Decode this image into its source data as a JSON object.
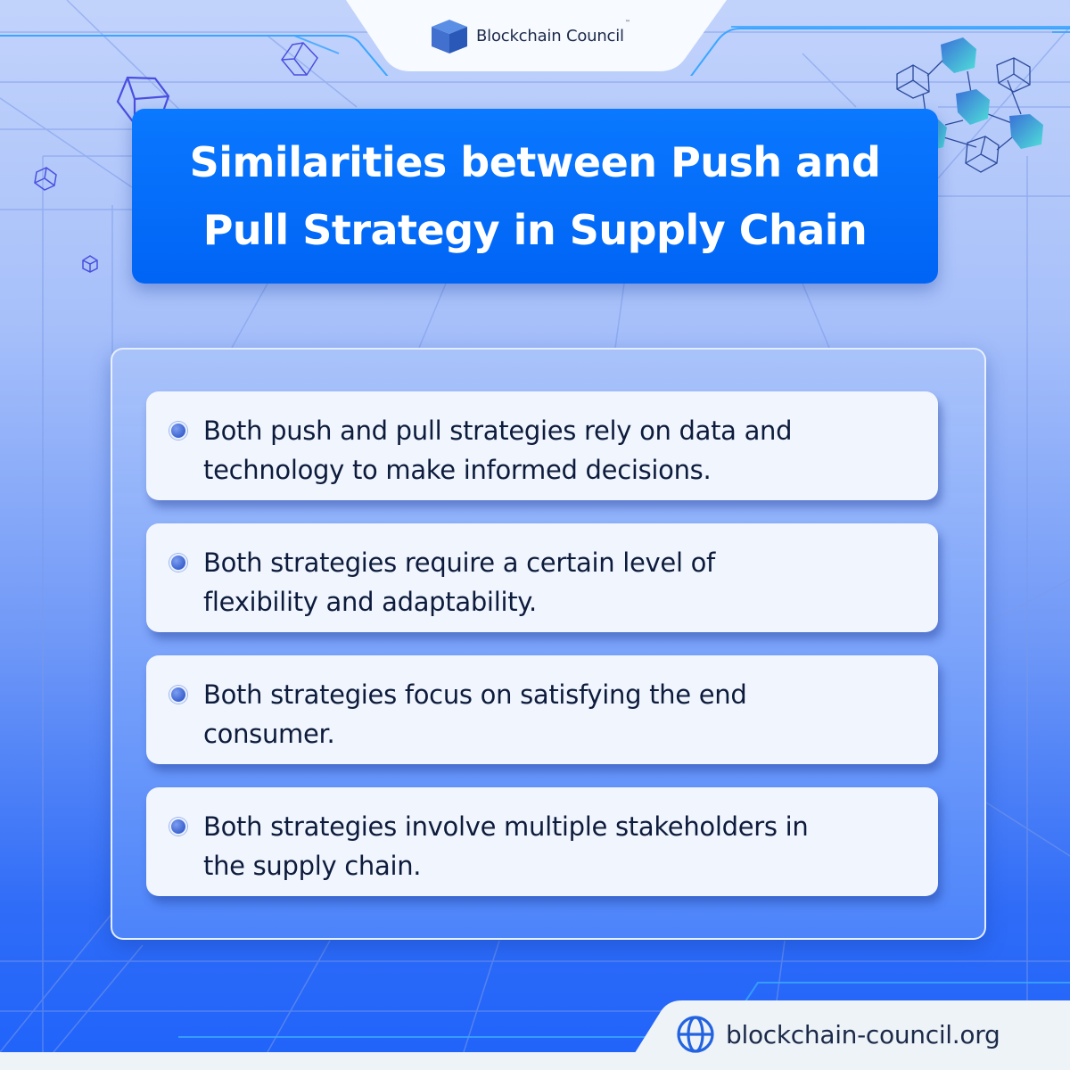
{
  "brand": {
    "name": "Blockchain Council",
    "trademark": "™",
    "logo_icon": "blue-cube-icon",
    "colors": {
      "primary_blue": "#0a6ff7",
      "text_dark": "#0d1b3c",
      "card_bg": "#f1f6fe",
      "footer_bg": "#eef3f8",
      "bullet": "#3b63d0"
    }
  },
  "header": {
    "title_line1": "Similarities between Push and",
    "title_line2": "Pull Strategy in Supply Chain"
  },
  "similarities": [
    {
      "line1": "Both push and pull strategies rely on data and",
      "line2": "technology to make informed decisions."
    },
    {
      "line1": "Both strategies require a certain level of",
      "line2": "flexibility and adaptability."
    },
    {
      "line1": "Both strategies focus on satisfying the end",
      "line2": "consumer."
    },
    {
      "line1": "Both strategies involve multiple stakeholders in",
      "line2": "the supply chain."
    }
  ],
  "footer": {
    "icon": "globe-icon",
    "website": "blockchain-council.org"
  }
}
